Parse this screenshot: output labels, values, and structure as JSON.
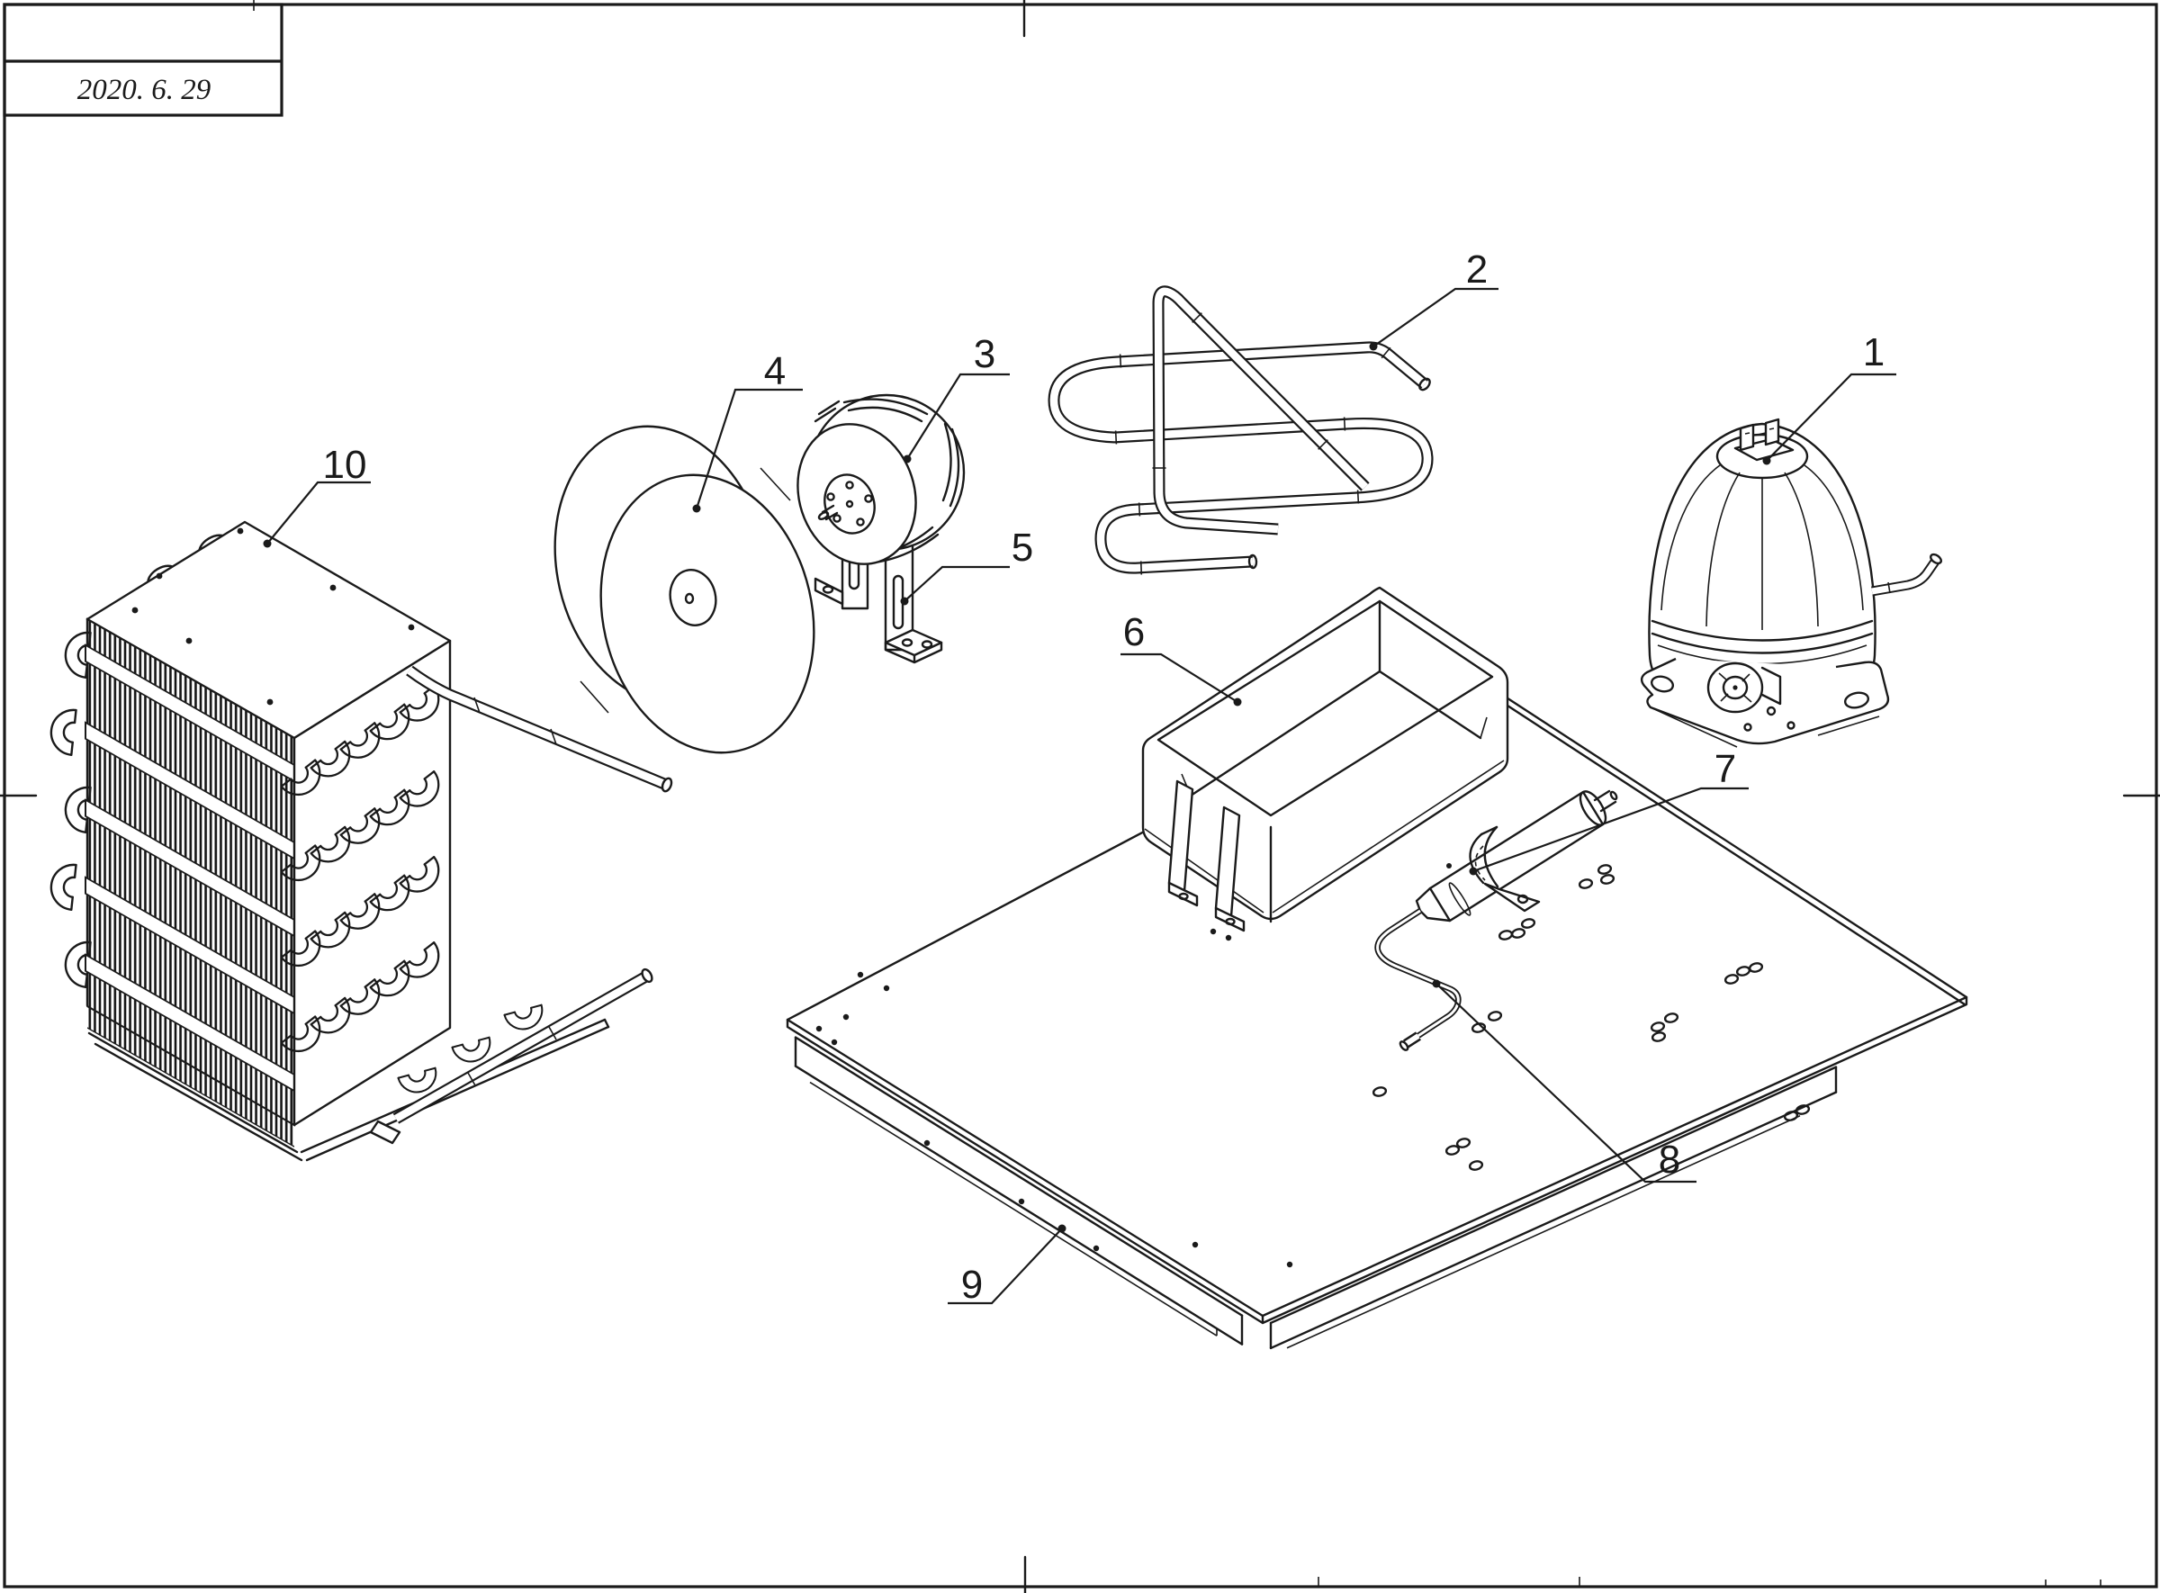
{
  "title_block": {
    "date": "2020. 6. 29"
  },
  "callouts": [
    "1",
    "2",
    "3",
    "4",
    "5",
    "6",
    "7",
    "8",
    "9",
    "10"
  ]
}
